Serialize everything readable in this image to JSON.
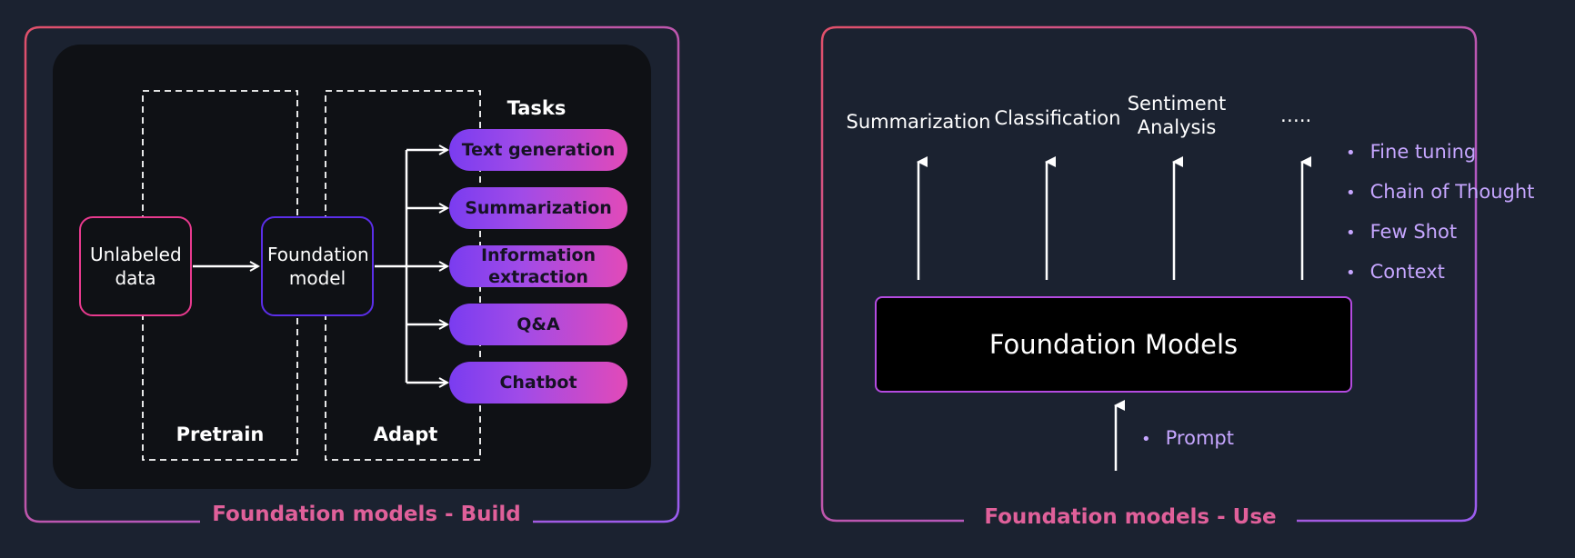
{
  "build": {
    "caption": "Foundation models - Build",
    "nodes": {
      "unlabeled": "Unlabeled data",
      "foundation": "Foundation model"
    },
    "stages": {
      "pretrain": "Pretrain",
      "adapt": "Adapt"
    },
    "tasks_header": "Tasks",
    "tasks": [
      "Text generation",
      "Summarization",
      "Information extraction",
      "Q&A",
      "Chatbot"
    ]
  },
  "use": {
    "caption": "Foundation models - Use",
    "tasks": [
      "Summarization",
      "Classification",
      "Sentiment Analysis",
      "….."
    ],
    "model": "Foundation Models",
    "techniques": [
      "Fine tuning",
      "Chain of Thought",
      "Few Shot",
      "Context"
    ],
    "input": "Prompt",
    "bullet": "•"
  },
  "colors": {
    "background": "#1b2230",
    "frame_gradient_start": "#e0506a",
    "frame_gradient_end": "#9a5cf0",
    "pill_gradient_start": "#7a3cf0",
    "pill_gradient_end": "#e24ab8",
    "caption": "#e0609a",
    "bullet_text": "#c6a6ff"
  }
}
